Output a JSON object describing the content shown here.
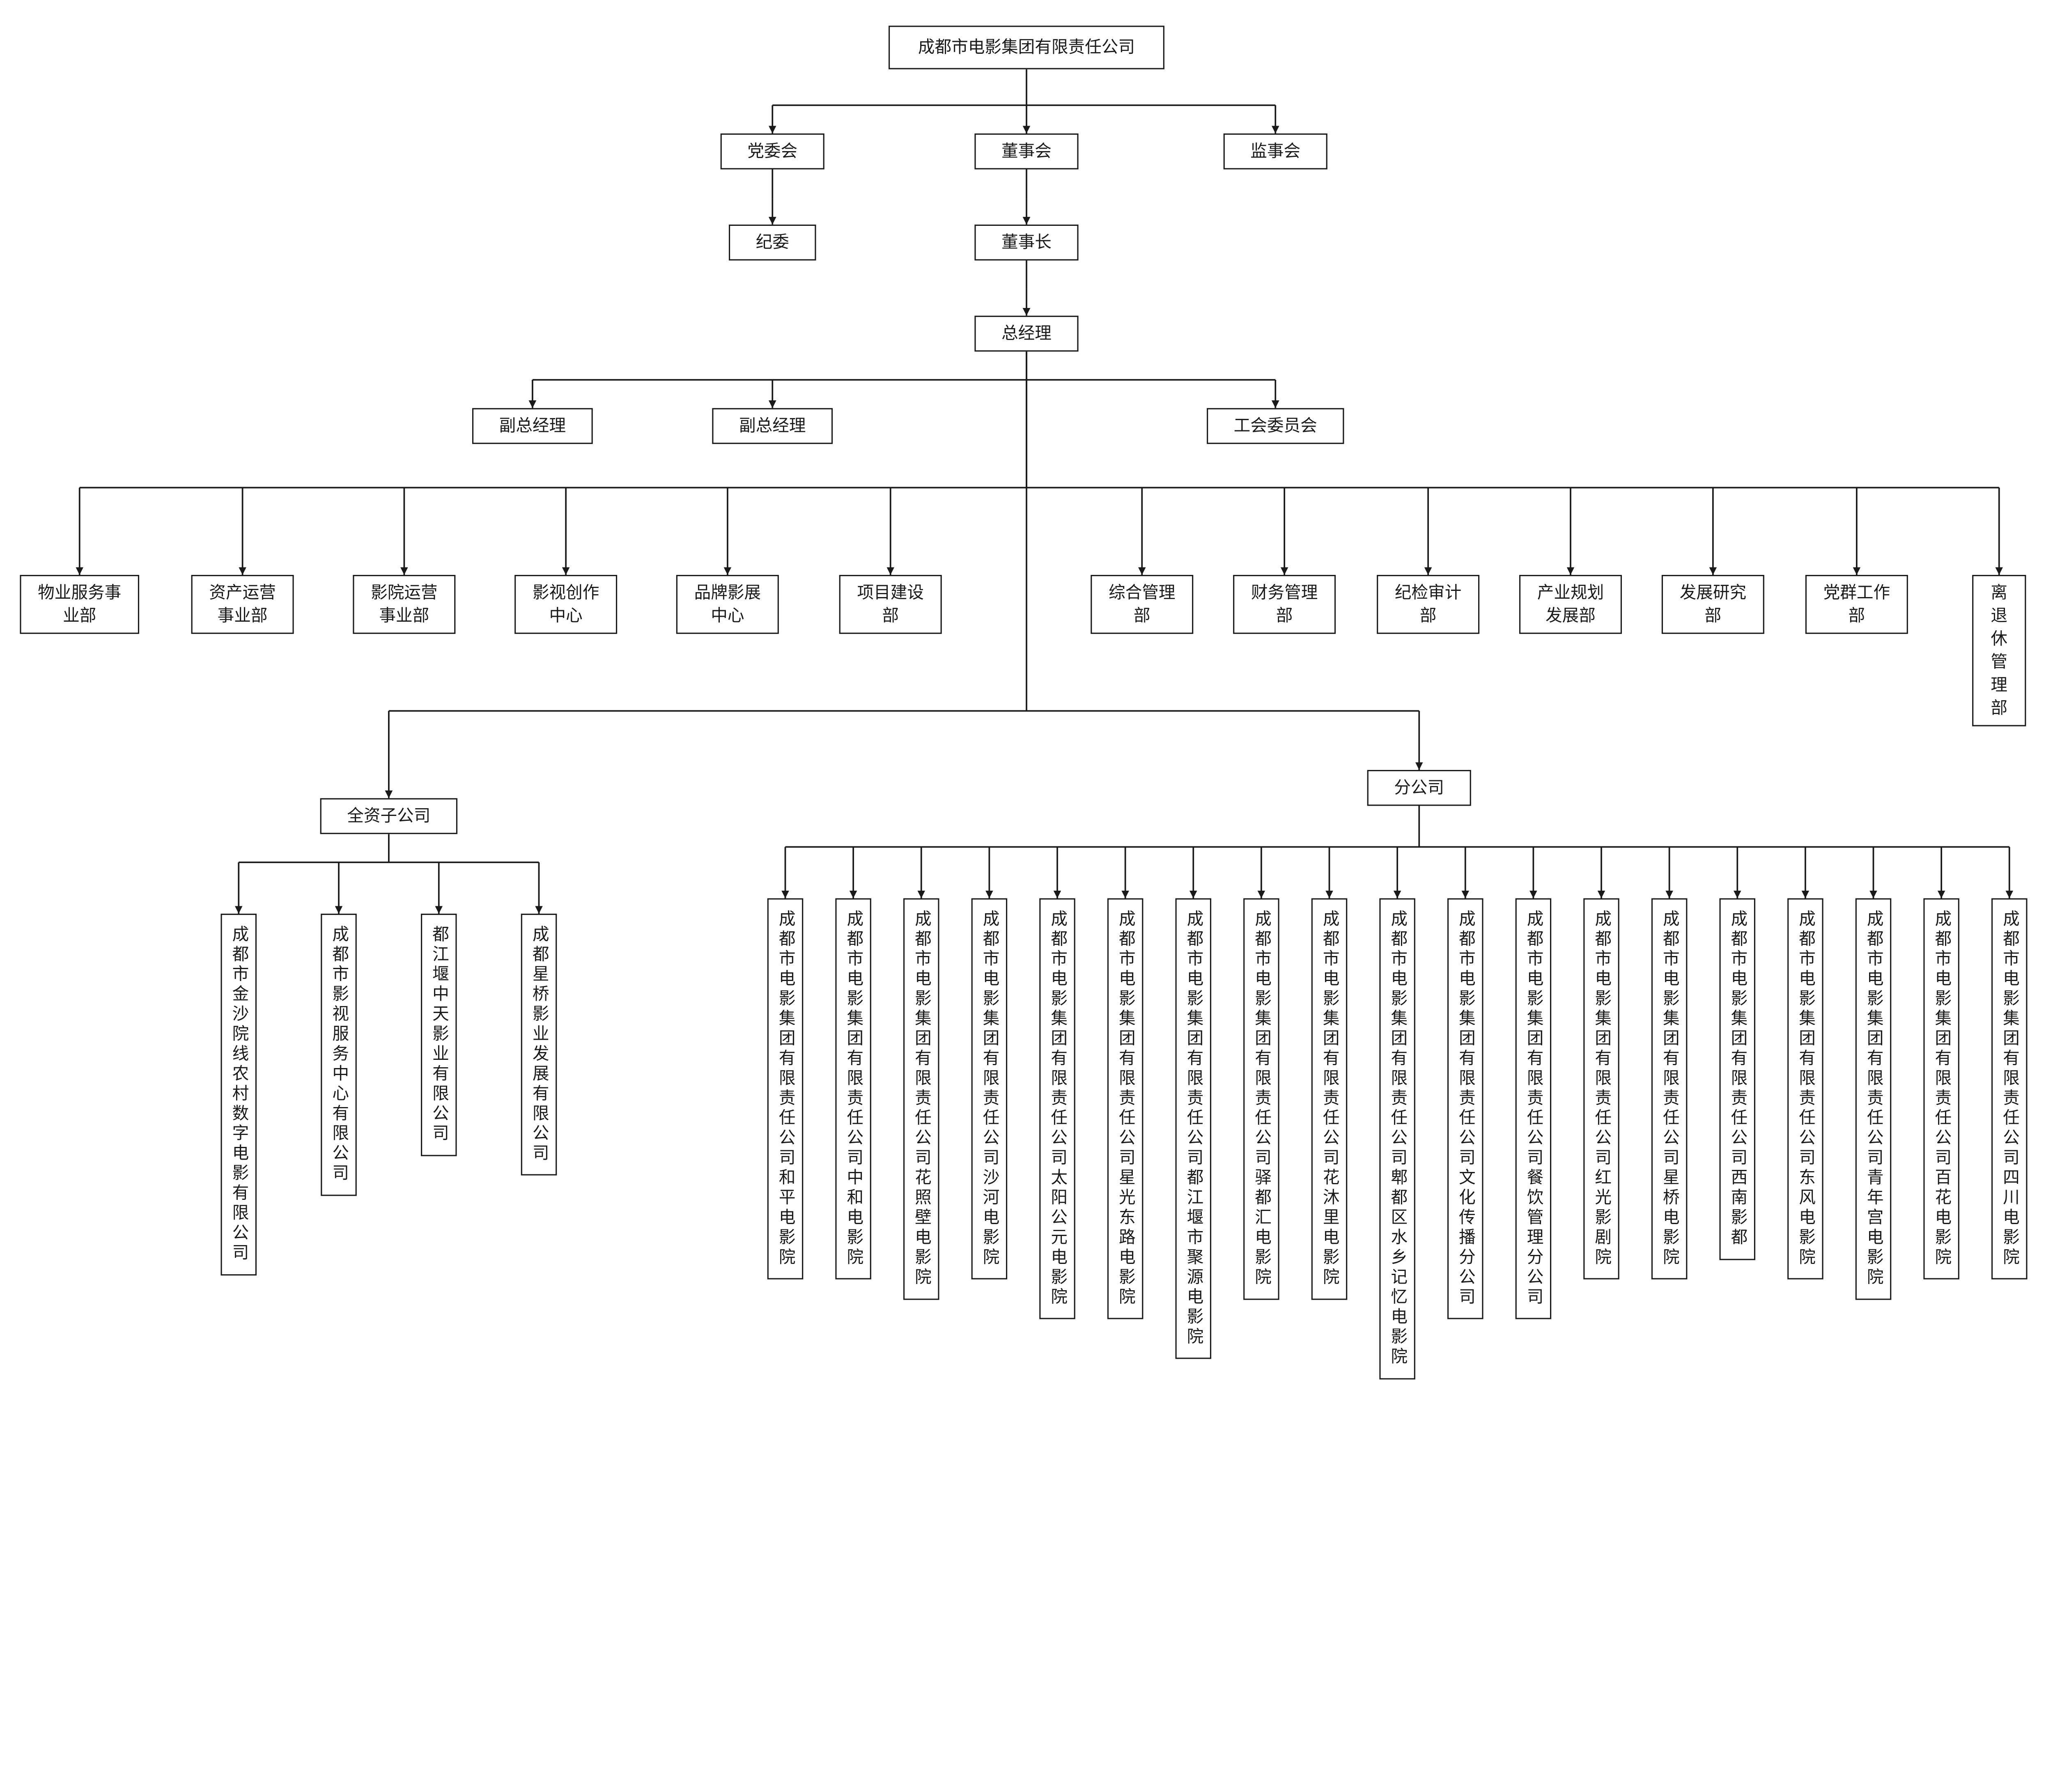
{
  "root": {
    "label": "成都市电影集团有限责任公司"
  },
  "governance": {
    "party_committee": "党委会",
    "board_of_directors": "董事会",
    "supervisory_board": "监事会",
    "discipline_committee": "纪委",
    "chairman": "董事长",
    "general_manager": "总经理",
    "deputy_gm_1": "副总经理",
    "deputy_gm_2": "副总经理",
    "union_committee": "工会委员会"
  },
  "departments": [
    "物业服务事\n业部",
    "资产运营\n事业部",
    "影院运营\n事业部",
    "影视创作\n中心",
    "品牌影展\n中心",
    "项目建设\n部",
    "综合管理\n部",
    "财务管理\n部",
    "纪检审计\n部",
    "产业规划\n发展部",
    "发展研究\n部",
    "党群工作\n部",
    "离退休管\n理部"
  ],
  "company_groups": {
    "wholly_owned": "全资子公司",
    "branch": "分公司"
  },
  "subsidiaries": [
    "成都市金沙院线农村数字电影有限公司",
    "成都市影视服务中心有限公司",
    "都江堰中天影业有限公司",
    "成都星桥影业发展有限公司"
  ],
  "branches": [
    "成都市电影集团有限责任公司和平电影院",
    "成都市电影集团有限责任公司中和电影院",
    "成都市电影集团有限责任公司花照壁电影院",
    "成都市电影集团有限责任公司沙河电影院",
    "成都市电影集团有限责任公司太阳公元电影院",
    "成都市电影集团有限责任公司星光东路电影院",
    "成都市电影集团有限责任公司都江堰市聚源电影院",
    "成都市电影集团有限责任公司驿都汇电影院",
    "成都市电影集团有限责任公司花沐里电影院",
    "成都市电影集团有限责任公司郫都区水乡记忆电影院",
    "成都市电影集团有限责任公司文化传播分公司",
    "成都市电影集团有限责任公司餐饮管理分公司",
    "成都市电影集团有限责任公司红光影剧院",
    "成都市电影集团有限责任公司星桥电影院",
    "成都市电影集团有限责任公司西南影都",
    "成都市电影集团有限责任公司东风电影院",
    "成都市电影集团有限责任公司青年宫电影院",
    "成都市电影集团有限责任公司百花电影院",
    "成都市电影集团有限责任公司四川电影院"
  ]
}
